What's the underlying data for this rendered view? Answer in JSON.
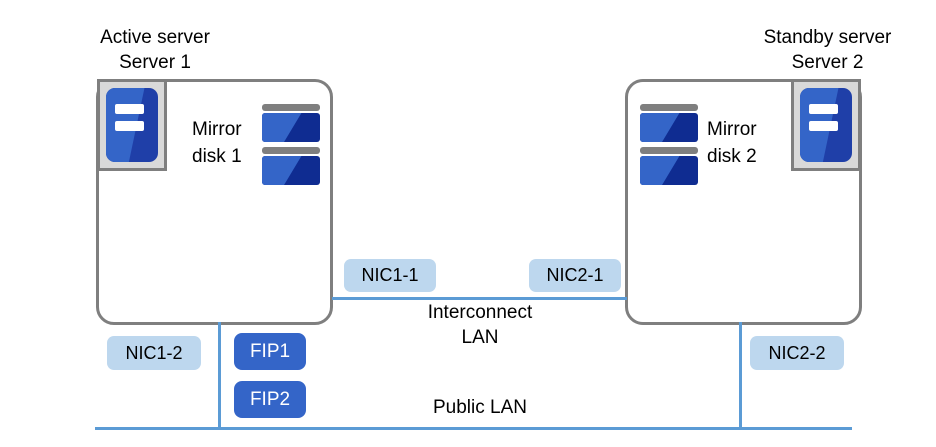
{
  "diagram": {
    "title_left_line1": "Active server",
    "title_left_line2": "Server 1",
    "title_right_line1": "Standby server",
    "title_right_line2": "Server 2",
    "mirror_disk_left_line1": "Mirror",
    "mirror_disk_left_line2": "disk 1",
    "mirror_disk_right_line1": "Mirror",
    "mirror_disk_right_line2": "disk 2",
    "nics": {
      "nic1_1": "NIC1-1",
      "nic1_2": "NIC1-2",
      "nic2_1": "NIC2-1",
      "nic2_2": "NIC2-2"
    },
    "fips": {
      "fip1": "FIP1",
      "fip2": "FIP2"
    },
    "lans": {
      "interconnect_line1": "Interconnect",
      "interconnect_line2": "LAN",
      "public": "Public  LAN"
    },
    "colors": {
      "lan_line": "#5b9bd5",
      "nic_badge": "#bdd7ee",
      "fip_badge": "#3465c8",
      "server_outline": "#7f7f7f",
      "icon_dark_blue": "#0f2c91",
      "icon_blue": "#3465c8",
      "icon_frame": "#d9d9d9"
    }
  }
}
